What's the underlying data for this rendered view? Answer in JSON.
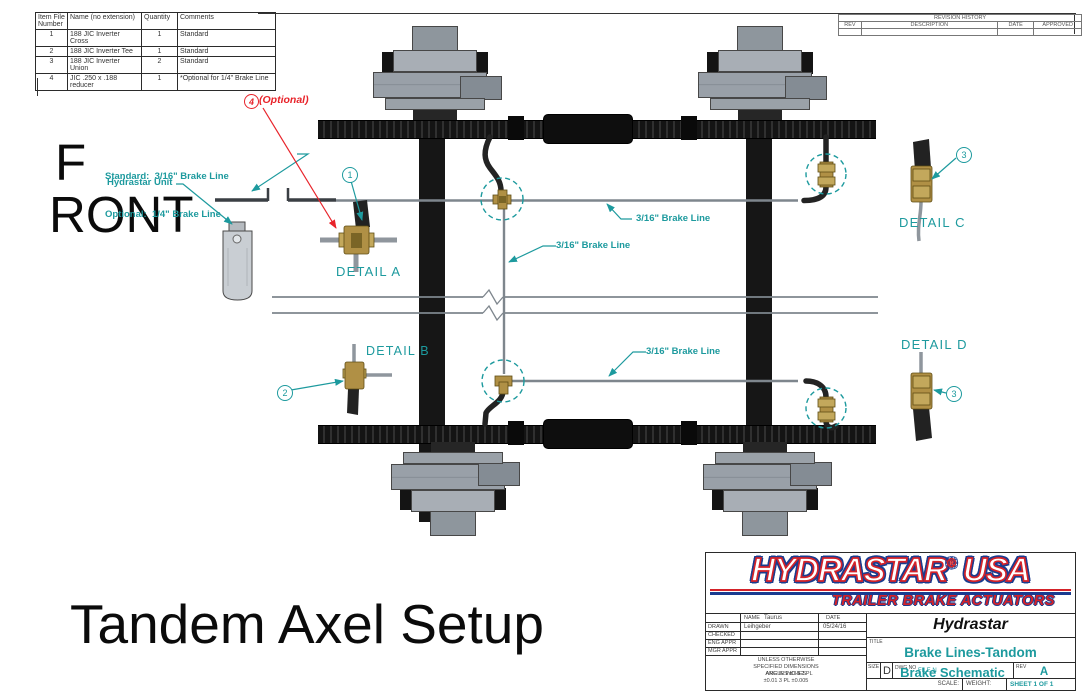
{
  "colors": {
    "teal": "#1d9a9e",
    "red": "#e8232a",
    "logo_red": "#d42229",
    "logo_blue": "#1a3c8f",
    "line_gray": "#7e868d",
    "brass": "#b09045"
  },
  "bom_table": {
    "headers": [
      "Item File Number",
      "Name (no extension)",
      "Quantity",
      "Comments"
    ],
    "rows": [
      [
        "1",
        "188 JIC Inverter Cross",
        "1",
        "Standard"
      ],
      [
        "2",
        "188 JIC Inverter Tee",
        "1",
        "Standard"
      ],
      [
        "3",
        "188 JIC Inverter Union",
        "2",
        "Standard"
      ],
      [
        "4",
        "JIC .250 x .188 reducer",
        "1",
        "*Optional for 1/4\" Brake Line"
      ]
    ]
  },
  "revision_table": {
    "title": "REVISION HISTORY",
    "headers": [
      "REV",
      "DESCRIPTION",
      "DATE",
      "APPROVED"
    ]
  },
  "drawing": {
    "front_line1": "F",
    "front_line2": "RONT",
    "standard_note": "Standard:  3/16\" Brake Line",
    "optional_note": "Optional:  1/4\" Brake Line",
    "hydrastar_unit_label": "Hydrastar Unit",
    "optional_callout": "(Optional)",
    "balloon_1": "1",
    "balloon_2": "2",
    "balloon_3": "3",
    "balloon_4": "4",
    "detail_a": "DETAIL A",
    "detail_b": "DETAIL B",
    "detail_c": "DETAIL C",
    "detail_d": "DETAIL D",
    "brake_line_label": "3/16\" Brake Line"
  },
  "footer": {
    "title": "Tandem Axel Setup"
  },
  "title_block": {
    "logo_text1": "HYDRASTAR",
    "logo_reg": "®",
    "logo_text2": " USA",
    "logo_tagline": "TRAILER BRAKE ACTUATORS",
    "name_header": "NAME",
    "name_overlay": "Taurus",
    "date_header": "DATE",
    "drawn_label": "DRAWN",
    "drawn_name": "Leihgeber",
    "drawn_date": "05/24/16",
    "checked_label": "CHECKED",
    "eng_appr_label": "ENG APPR",
    "mgr_appr_label": "MGR APPR",
    "tol_line1": "UNLESS OTHERWISE",
    "tol_line2": "SPECIFIED DIMENSIONS",
    "tol_line3a": "ARE IN INCHES",
    "tol_line3b": "ANGLES ±0.5 2 PL",
    "tol_line4": "±0.01 3 PL ±0.005",
    "company": "Hydrastar",
    "title_label": "TITLE",
    "doc_title": "Brake Lines-Tandom",
    "size_label": "SIZE",
    "size_value": "D",
    "dwg_no_label": "DWG NO",
    "file_overlay": "FILE N",
    "doc_subtitle": "Brake Schematic",
    "rev_label": "REV",
    "rev_value": "A",
    "scale_label": "SCALE:",
    "weight_label": "WEIGHT:",
    "sheet_label": "SHEET 1 OF 1"
  }
}
